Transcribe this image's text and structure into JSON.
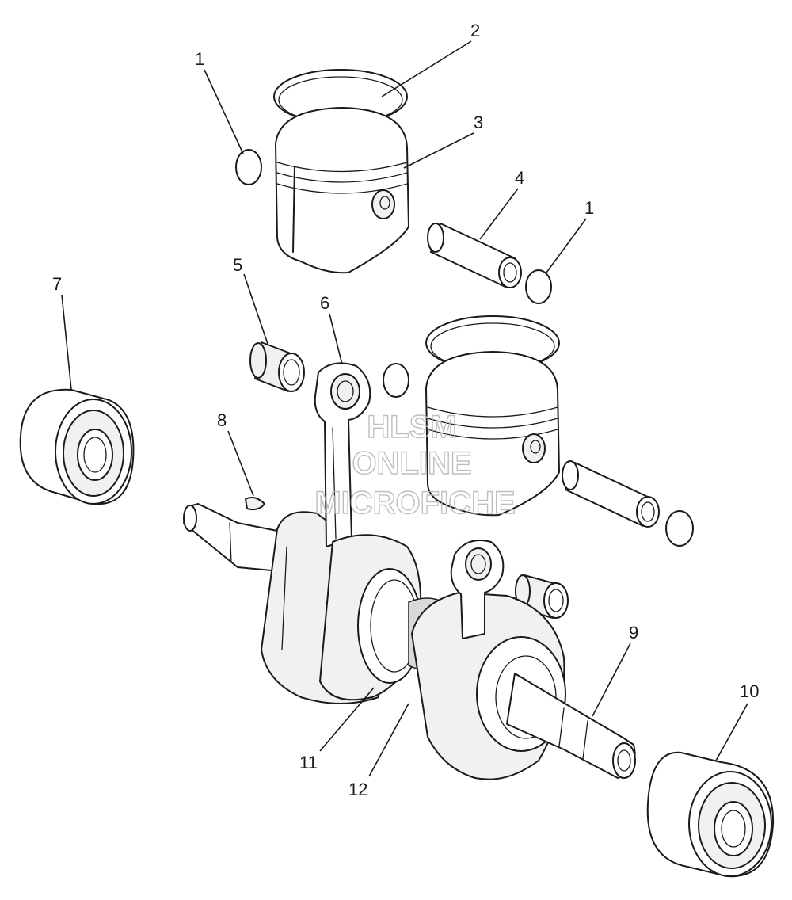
{
  "callouts": [
    {
      "id": "c1a",
      "label": "1"
    },
    {
      "id": "c2",
      "label": "2"
    },
    {
      "id": "c3",
      "label": "3"
    },
    {
      "id": "c4",
      "label": "4"
    },
    {
      "id": "c1b",
      "label": "1"
    },
    {
      "id": "c5",
      "label": "5"
    },
    {
      "id": "c6",
      "label": "6"
    },
    {
      "id": "c7",
      "label": "7"
    },
    {
      "id": "c8",
      "label": "8"
    },
    {
      "id": "c9",
      "label": "9"
    },
    {
      "id": "c10",
      "label": "10"
    },
    {
      "id": "c11",
      "label": "11"
    },
    {
      "id": "c12",
      "label": "12"
    }
  ],
  "watermark": {
    "line1": "HLSM",
    "line2": "ONLINE",
    "line3": "MICROFICHE"
  }
}
